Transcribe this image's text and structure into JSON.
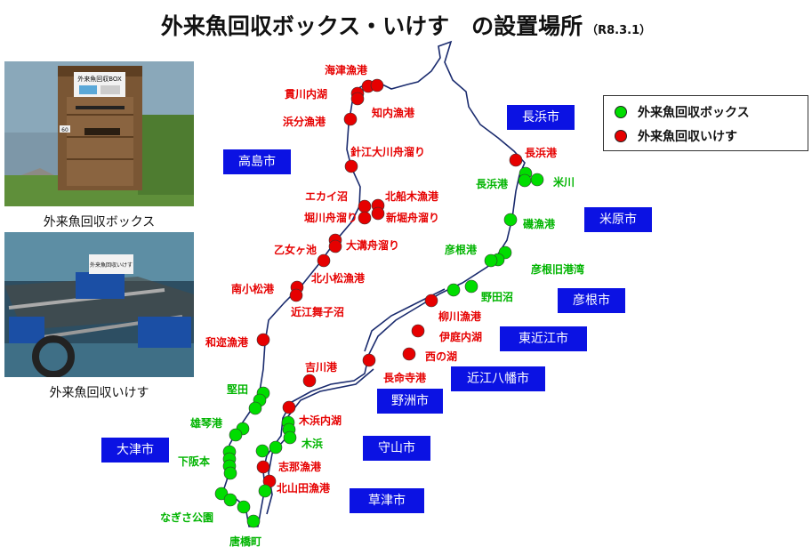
{
  "title": {
    "main": "外来魚回収ボックス・いけす　の設置場所",
    "date": "（R8.3.1）"
  },
  "photos": {
    "box_caption": "外来魚回収ボックス",
    "box_sign": "外来魚回収BOX",
    "box_number": "60",
    "ikesu_caption": "外来魚回収いけす",
    "ikesu_sign": "外来魚回収いけす"
  },
  "legend": [
    {
      "label": "外来魚回収ボックス",
      "color": "#00dd00"
    },
    {
      "label": "外来魚回収いけす",
      "color": "#e60000"
    }
  ],
  "colors": {
    "box": "#00dd00",
    "ikesu": "#e60000",
    "city": "#0b12e3",
    "lake_outline": "#1a2b6e"
  },
  "cities": [
    "長浜市",
    "高島市",
    "米原市",
    "彦根市",
    "東近江市",
    "近江八幡市",
    "野洲市",
    "守山市",
    "大津市",
    "草津市"
  ],
  "red_labels": [
    "海津漁港",
    "貫川内湖",
    "知内漁港",
    "浜分漁港",
    "針江大川舟溜り",
    "エカイ沼",
    "北船木漁港",
    "堀川舟溜り",
    "新堀舟溜り",
    "乙女ヶ池",
    "大溝舟溜り",
    "北小松漁港",
    "南小松港",
    "近江舞子沼",
    "和迩漁港",
    "長浜港",
    "柳川漁港",
    "伊庭内湖",
    "西の湖",
    "長命寺港",
    "吉川港",
    "木浜内湖",
    "志那漁港",
    "北山田漁港"
  ],
  "green_labels": [
    "長浜港",
    "米川",
    "磯漁港",
    "彦根港",
    "彦根旧港湾",
    "野田沼",
    "堅田",
    "雄琴港",
    "下阪本",
    "木浜",
    "なぎさ公園",
    "唐橋町"
  ]
}
